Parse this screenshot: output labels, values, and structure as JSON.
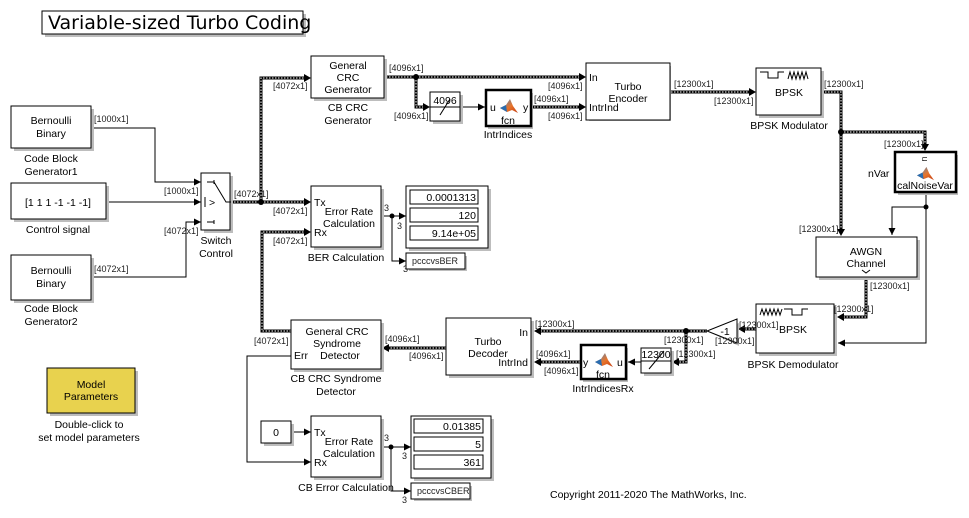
{
  "title": "Variable-sized Turbo Coding",
  "copyright": "Copyright 2011-2020 The MathWorks, Inc.",
  "blocks": {
    "bern1": {
      "lines": [
        "Bernoulli",
        "Binary"
      ],
      "caption": [
        "Code Block",
        "Generator1"
      ],
      "out_sig": "[1000x1]"
    },
    "ctrl": {
      "text": "[1 1 1 -1 -1 -1]",
      "caption": [
        "Control signal"
      ]
    },
    "bern2": {
      "lines": [
        "Bernoulli",
        "Binary"
      ],
      "caption": [
        "Code Block",
        "Generator2"
      ],
      "out_sig": "[4072x1]"
    },
    "switch": {
      "caption": [
        "Switch",
        "Control"
      ],
      "in1_sig": "[1000x1]",
      "in3_sig": "[4072x1]",
      "out_sig": "[4072x1]",
      "symbol": ">"
    },
    "crcgen": {
      "lines": [
        "General",
        "CRC",
        "Generator"
      ],
      "caption": [
        "CB CRC",
        "Generator"
      ],
      "in_sig": "[4072x1]",
      "out_sig": "[4096x1]"
    },
    "reshape_tx": {
      "value": "4096",
      "in_sig": "[4096x1]"
    },
    "intrind": {
      "fn": "fcn",
      "in_port": "u",
      "out_port": "y",
      "caption": [
        "IntrIndices"
      ],
      "out_sig": "[4096x1]"
    },
    "turboenc": {
      "lines": [
        "Turbo",
        "Encoder"
      ],
      "port_in": "In",
      "port_intr": "IntrInd",
      "in_sig": "[4096x1]",
      "intr_sig": "[4096x1]",
      "out_sig": "[12300x1]"
    },
    "bpskmod": {
      "label": "BPSK",
      "caption": [
        "BPSK Modulator"
      ],
      "in_sig": "[12300x1]",
      "out_sig": "[12300x1]"
    },
    "calnoise": {
      "label": "calNoiseVar",
      "in_port": "u",
      "side_label": "nVar",
      "in_sig": "[12300x1]"
    },
    "awgn": {
      "lines": [
        "AWGN",
        "Channel"
      ],
      "in_sig": "[12300x1]",
      "out_sig": "[12300x1]"
    },
    "bpskdemod": {
      "label": "BPSK",
      "caption": [
        "BPSK Demodulator"
      ],
      "in_sig": "[12300x1]",
      "out_sig": "[12300x1]"
    },
    "gain": {
      "value": "-1",
      "out_sig": "[12300x1]"
    },
    "reshape_rx": {
      "value": "12300",
      "in_sig": "[12300x1]"
    },
    "intrindrx": {
      "fn": "fcn",
      "in_port": "u",
      "out_port": "y",
      "caption": [
        "IntrIndicesRx"
      ],
      "out_sig": "[4096x1]"
    },
    "turbodec": {
      "lines": [
        "Turbo",
        "Decoder"
      ],
      "port_in": "In",
      "port_intr": "IntrInd",
      "in_sig": "[12300x1]",
      "intr_sig": "[4096x1]",
      "out_sig": "[4096x1]"
    },
    "crcdet": {
      "lines": [
        "General CRC",
        "Syndrome",
        "Detector"
      ],
      "port_err": "Err",
      "caption": [
        "CB CRC Syndrome",
        "Detector"
      ],
      "in_sig": "[4096x1]",
      "out_sig": "[4072x1]"
    },
    "bercalc": {
      "lines": [
        "Error Rate",
        "Calculation"
      ],
      "port_tx": "Tx",
      "port_rx": "Rx",
      "caption": [
        "BER Calculation"
      ],
      "tx_sig": "[4072x1]",
      "rx_sig": "[4072x1]",
      "out_dim": "3"
    },
    "berdisp": {
      "values": [
        "0.0001313",
        "120",
        "9.14e+05"
      ],
      "in_dim": "3"
    },
    "berws": {
      "label": "pcccvsBER",
      "in_dim": "3"
    },
    "zero": {
      "value": "0"
    },
    "cbcalc": {
      "lines": [
        "Error Rate",
        "Calculation"
      ],
      "port_tx": "Tx",
      "port_rx": "Rx",
      "caption": [
        "CB Error Calculation"
      ],
      "out_dim": "3"
    },
    "cbdisp": {
      "values": [
        "0.01385",
        "5",
        "361"
      ],
      "in_dim": "3"
    },
    "cbws": {
      "label": "pcccvsCBER",
      "in_dim": "3"
    },
    "modelparams": {
      "lines": [
        "Model",
        "Parameters"
      ],
      "caption": [
        "Double-click to",
        "set model parameters"
      ],
      "color": "#e8d24e"
    }
  }
}
